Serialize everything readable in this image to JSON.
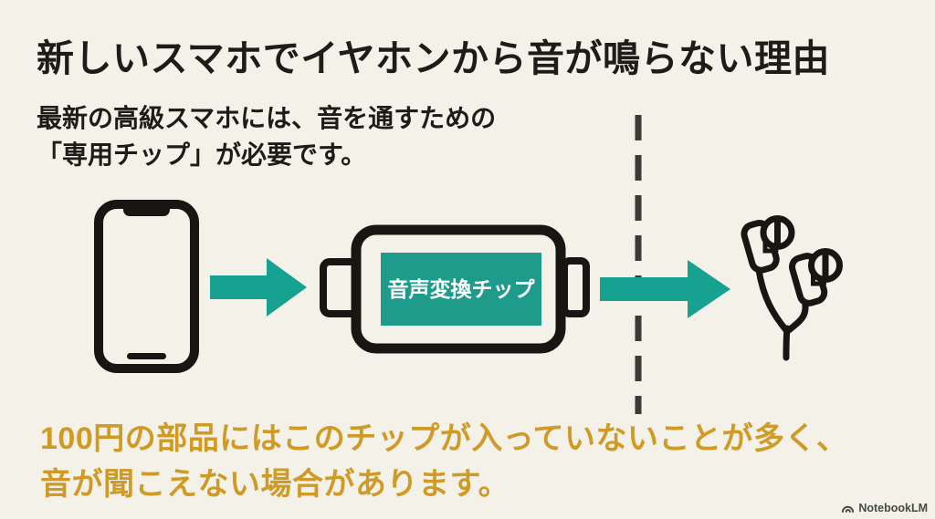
{
  "header": {
    "title": "新しいスマホでイヤホンから音が鳴らない理由"
  },
  "description": {
    "line1": "最新の高級スマホには、音を通すための",
    "line2": "「専用チップ」が必要です。"
  },
  "diagram": {
    "chip_label": "音声変換チップ",
    "flow_icons": [
      "smartphone-icon",
      "arrow-right-icon",
      "audio-adapter-icon",
      "arrow-right-icon",
      "earphones-icon"
    ]
  },
  "warning": {
    "line1": "100円の部品にはこのチップが入っていないことが多く、",
    "line2": "音が聞こえない場合があります。"
  },
  "watermark": {
    "label": "NotebookLM",
    "logo": "notebooklm-logo-icon"
  },
  "colors": {
    "background": "#f3f1e8",
    "ink": "#1d1c18",
    "accent_teal": "#17a191",
    "chip_fill": "#1f9b8b",
    "chip_text": "#ffffff",
    "warning_orange": "#cf9a25",
    "dashed_divider": "#3b3a34",
    "watermark": "#454b45"
  }
}
